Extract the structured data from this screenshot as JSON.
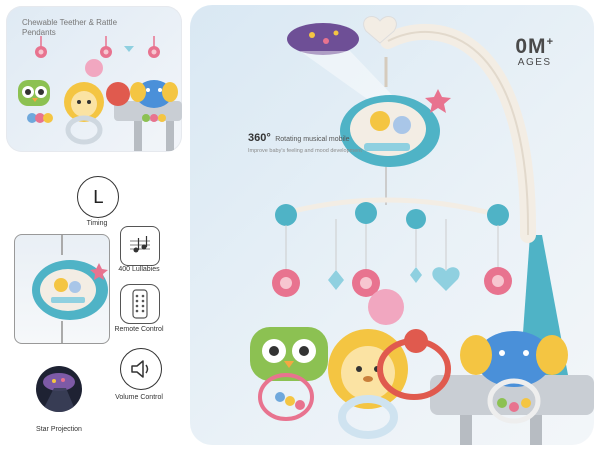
{
  "inset_caption": "Chewable Teether & Rattle Pendants",
  "age": {
    "big": "0M",
    "plus": "+",
    "small": "AGES"
  },
  "rotating": {
    "degrees": "360°",
    "title": "Rotating musical mobile",
    "subtitle": "Improve baby's feeling and mood development"
  },
  "features": [
    {
      "label": "Timing",
      "icon": "clock-icon"
    },
    {
      "label": "400 Lullabies",
      "icon": "music-notes-icon"
    },
    {
      "label": "Remote Control",
      "icon": "remote-control-icon"
    },
    {
      "label": "Volume Control",
      "icon": "speaker-icon"
    },
    {
      "label": "Star Projection",
      "icon": "star-projection-icon"
    }
  ],
  "colors": {
    "teal": "#4fb3c6",
    "pink": "#e8738f",
    "yellow": "#f4c542",
    "green": "#8cc152",
    "blue": "#6fa8dc",
    "cream": "#f3ede4"
  }
}
